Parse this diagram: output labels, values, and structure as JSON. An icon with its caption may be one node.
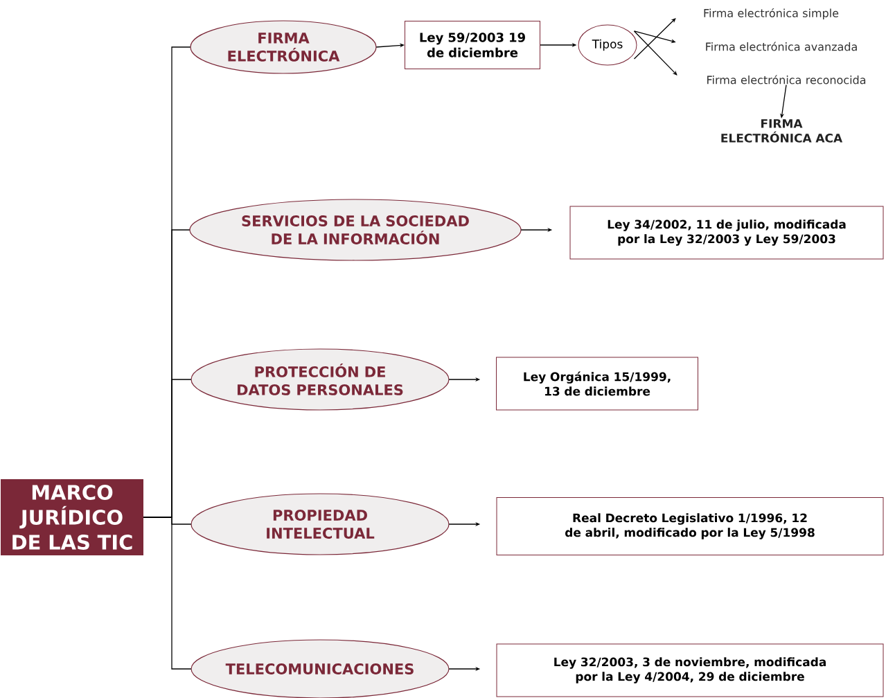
{
  "diagram": {
    "nodes": [
      {
        "text": [
          "MARCO JURÍDICO DE LAS TIC"
        ]
      },
      {
        "text": [
          "FIRMA ELECTRÓNICA"
        ]
      },
      {
        "text": [
          "Ley 59/2003 19 de diciembre"
        ]
      },
      {
        "text": [
          "Tipos"
        ]
      },
      {
        "text": [
          "Firma electrónica simple"
        ]
      },
      {
        "text": [
          "Firma electrónica avanzada"
        ]
      },
      {
        "text": [
          "Firma electrónica reconocida"
        ]
      },
      {
        "text": [
          "FIRMA ELECTRÓNICA ACA"
        ]
      },
      {
        "text": [
          "SERVICIOS DE LA SOCIEDAD DE LA INFORMACIÓN"
        ]
      },
      {
        "text": [
          "Ley 34/2002, 11 de julio, modificada por la Ley 32/2003 y Ley 59/2003"
        ]
      },
      {
        "text": [
          "PROTECCIÓN DE DATOS PERSONALES"
        ]
      },
      {
        "text": [
          "Ley  Orgánica 15/1999, 13 de diciembre"
        ]
      },
      {
        "text": [
          "PROPIEDAD INTELECTUAL"
        ]
      },
      {
        "text": [
          "Real Decreto Legislativo 1/1996, 12 de abril, modificado por la Ley 5/1998"
        ]
      },
      {
        "text": [
          "TELECOMUNICACIONES"
        ]
      },
      {
        "text": [
          "Ley 32/2003, 3 de noviembre, modificada por la Ley 4/2004, 29 de diciembre"
        ]
      }
    ],
    "edges": [
      {
        "from": 0,
        "to": 1,
        "arrow": "none"
      },
      {
        "from": 0,
        "to": 8,
        "arrow": "none"
      },
      {
        "from": 0,
        "to": 10,
        "arrow": "none"
      },
      {
        "from": 0,
        "to": 12,
        "arrow": "none"
      },
      {
        "from": 0,
        "to": 14,
        "arrow": "none"
      },
      {
        "from": 1,
        "to": 2,
        "arrow": "to"
      },
      {
        "from": 2,
        "to": 3,
        "arrow": "to"
      },
      {
        "from": 3,
        "to": 4,
        "arrow": "to"
      },
      {
        "from": 3,
        "to": 5,
        "arrow": "to"
      },
      {
        "from": 3,
        "to": 6,
        "arrow": "to"
      },
      {
        "from": 6,
        "to": 7,
        "arrow": "to"
      },
      {
        "from": 8,
        "to": 9,
        "arrow": "to"
      },
      {
        "from": 10,
        "to": 11,
        "arrow": "to"
      },
      {
        "from": 12,
        "to": 13,
        "arrow": "to"
      },
      {
        "from": 14,
        "to": 15,
        "arrow": "to"
      }
    ]
  }
}
